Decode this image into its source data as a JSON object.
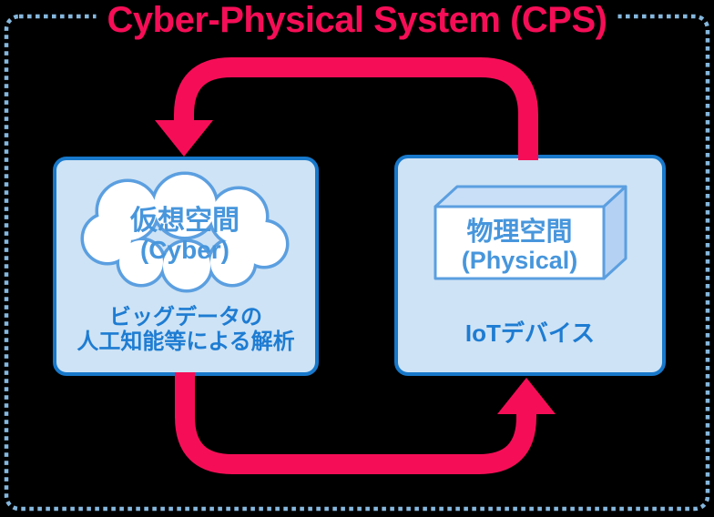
{
  "title": "Cyber-Physical System (CPS)",
  "cyber_box": {
    "shape": "cloud",
    "shape_label_line1": "仮想空間",
    "shape_label_line2": "(Cyber)",
    "caption_line1": "ビッグデータの",
    "caption_line2": "人工知能等による解析"
  },
  "physical_box": {
    "shape": "cuboid",
    "shape_label_line1": "物理空間",
    "shape_label_line2": "(Physical)",
    "caption": "IoTデバイス"
  },
  "arrows": [
    {
      "id": "physical-to-cyber",
      "position": "top",
      "direction": "right-to-left"
    },
    {
      "id": "cyber-to-physical",
      "position": "bottom",
      "direction": "left-to-right"
    }
  ],
  "colors": {
    "background": "#000000",
    "accent_crimson": "#F50E57",
    "frame_dash_blue": "#85B7DD",
    "box_border_blue": "#1878CA",
    "box_fill_blue": "#CEE3F5",
    "shape_outline_blue": "#5B9FE0",
    "shape_text_blue": "#4796DC",
    "caption_text_blue": "#1E7CD2",
    "cloud_fill": "#FFFFFF",
    "cuboid_front_fill": "#FFFFFF",
    "cuboid_top_fill": "#C9DFF8",
    "cuboid_side_fill": "#B4D1F3"
  }
}
